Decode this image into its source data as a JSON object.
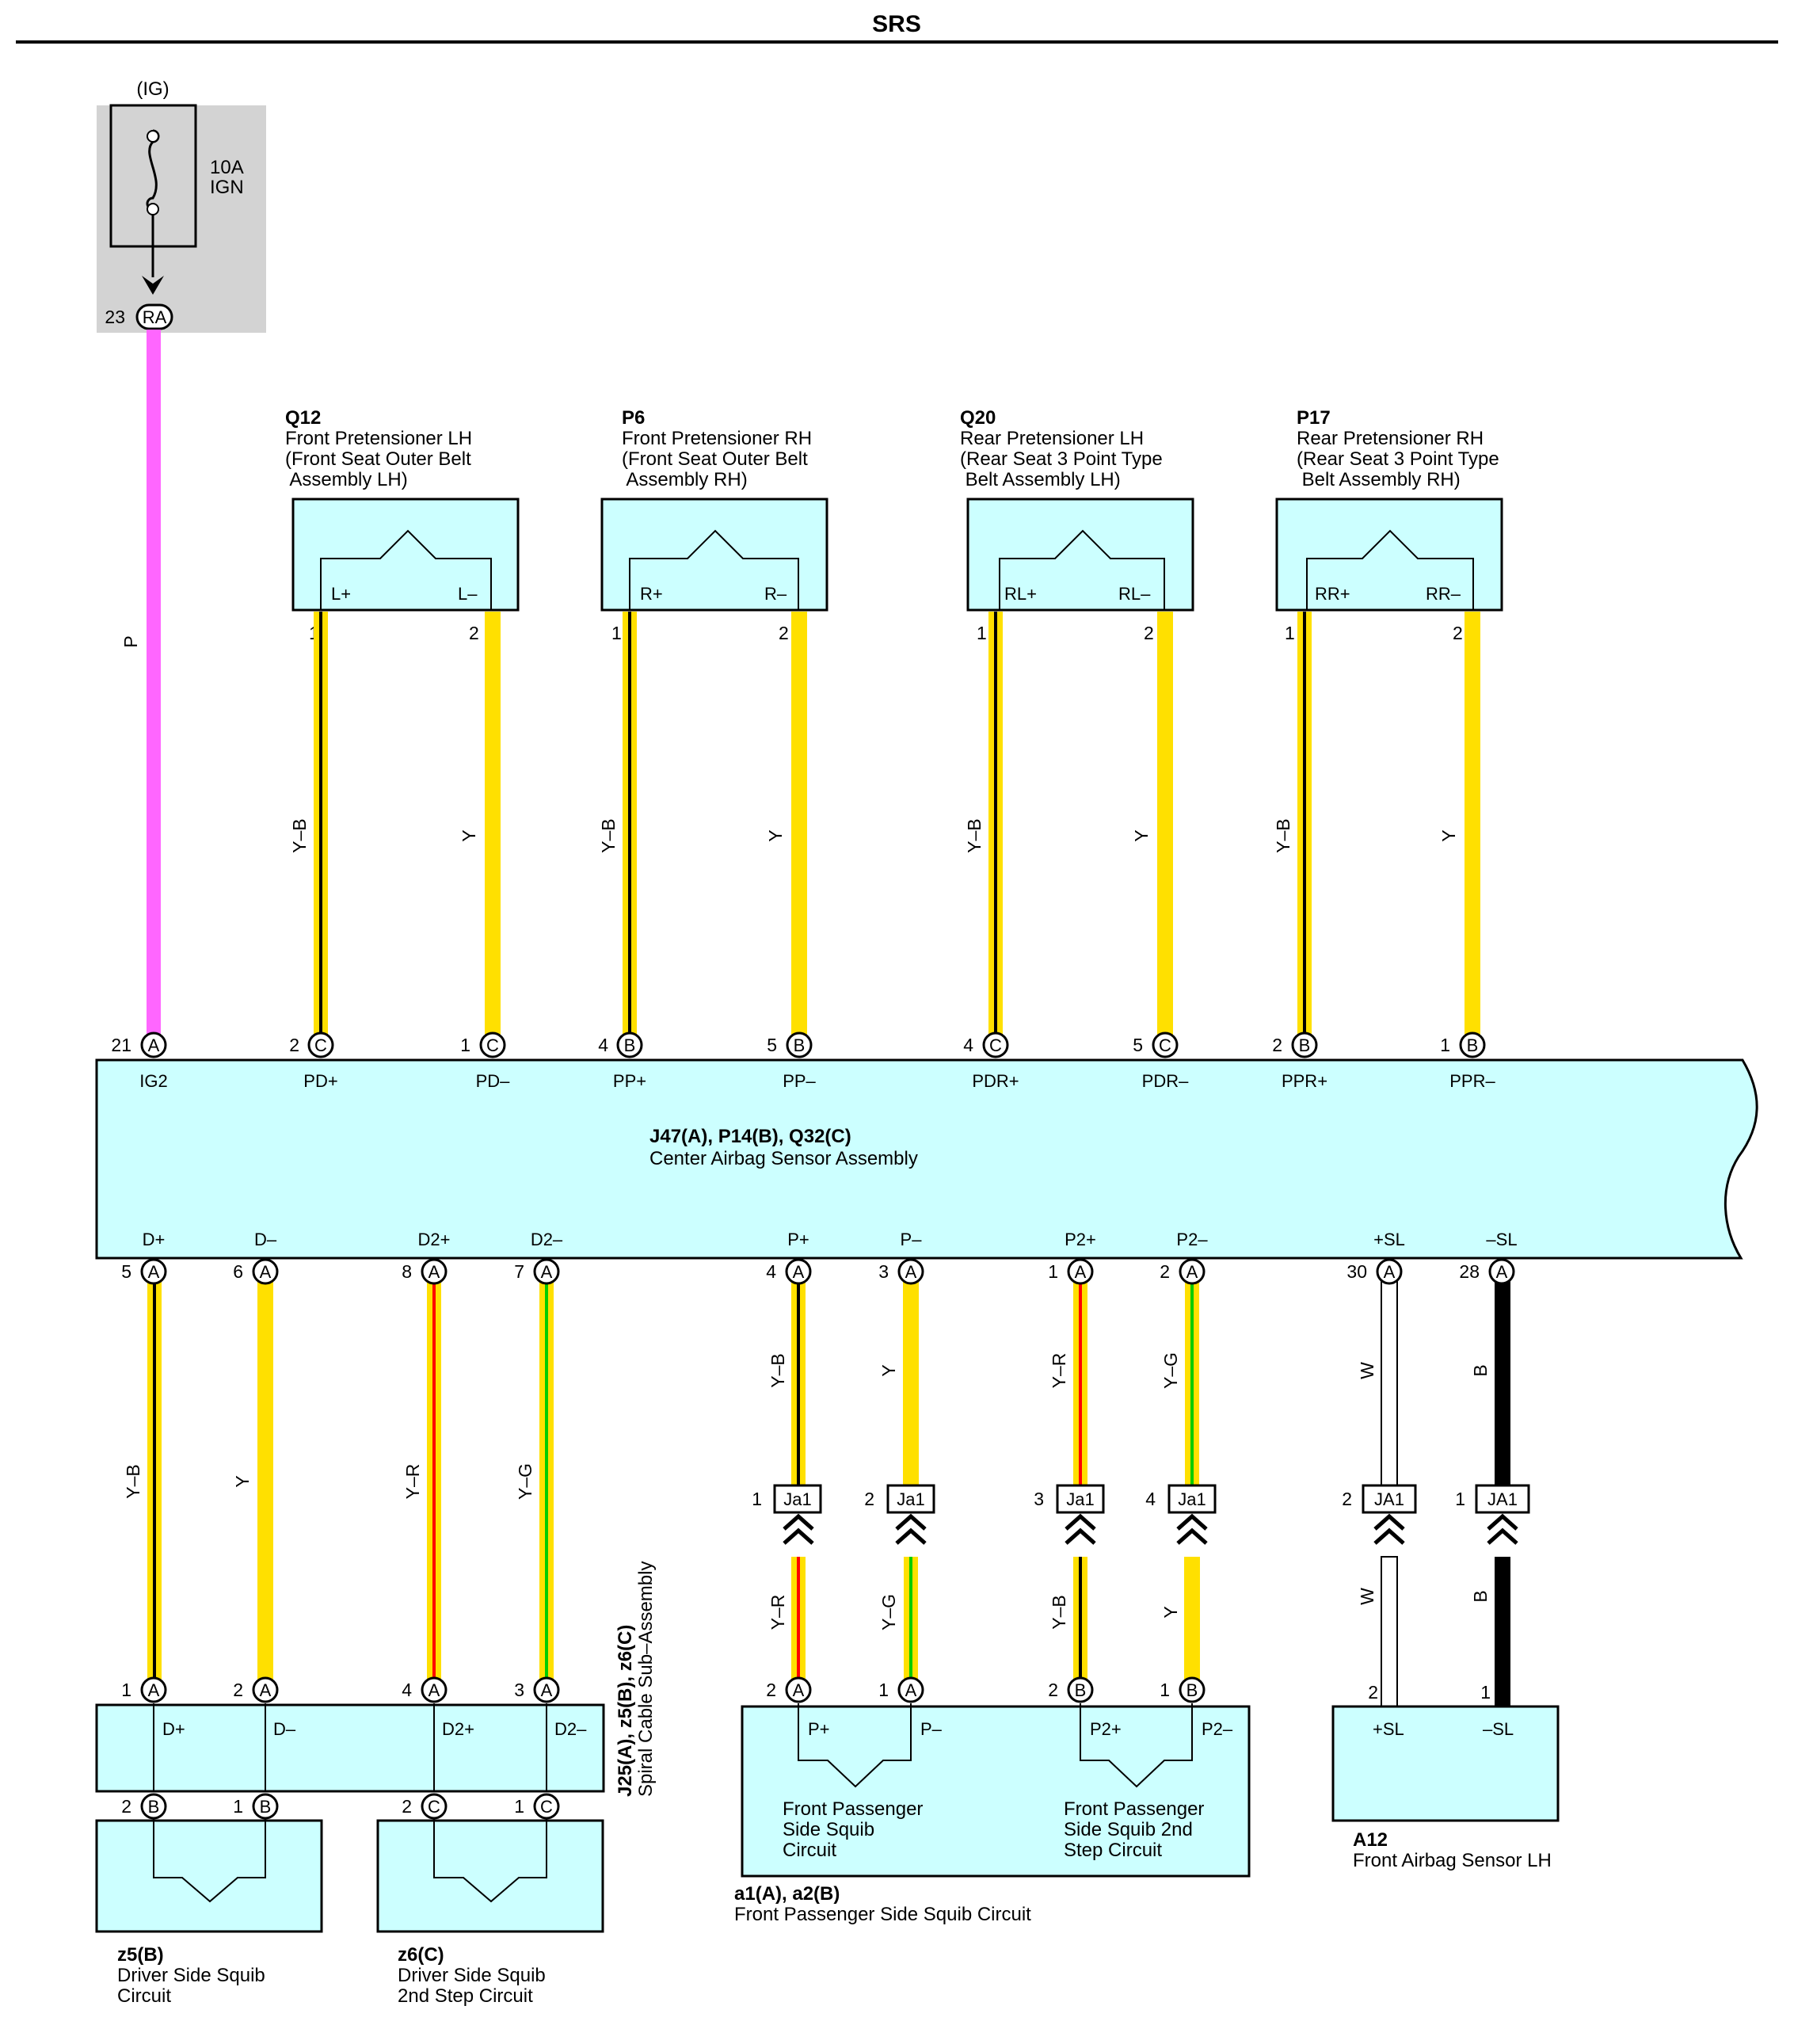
{
  "title": "SRS",
  "colors": {
    "background": "#ffffff",
    "box_fill": "#ccffff",
    "fuse_box_fill": "#d3d3d3",
    "wire_pink": "#ff66ff",
    "wire_yellow": "#ffe000",
    "wire_black": "#000000",
    "wire_red": "#ff0000",
    "wire_green": "#00cc00",
    "wire_white": "#ffffff"
  },
  "fuse": {
    "source": "(IG)",
    "rating": "10A",
    "name": "IGN",
    "connector_pin": "23",
    "connector_id": "RA",
    "wire_color": "P"
  },
  "ecu": {
    "code": "J47(A), P14(B), Q32(C)",
    "name": "Center Airbag Sensor Assembly",
    "top_terminals": [
      {
        "pin": "21",
        "conn": "A",
        "label": "IG2"
      },
      {
        "pin": "2",
        "conn": "C",
        "label": "PD+"
      },
      {
        "pin": "1",
        "conn": "C",
        "label": "PD–"
      },
      {
        "pin": "4",
        "conn": "B",
        "label": "PP+"
      },
      {
        "pin": "5",
        "conn": "B",
        "label": "PP–"
      },
      {
        "pin": "4",
        "conn": "C",
        "label": "PDR+"
      },
      {
        "pin": "5",
        "conn": "C",
        "label": "PDR–"
      },
      {
        "pin": "2",
        "conn": "B",
        "label": "PPR+"
      },
      {
        "pin": "1",
        "conn": "B",
        "label": "PPR–"
      }
    ],
    "bottom_terminals": [
      {
        "pin": "5",
        "conn": "A",
        "label": "D+"
      },
      {
        "pin": "6",
        "conn": "A",
        "label": "D–"
      },
      {
        "pin": "8",
        "conn": "A",
        "label": "D2+"
      },
      {
        "pin": "7",
        "conn": "A",
        "label": "D2–"
      },
      {
        "pin": "4",
        "conn": "A",
        "label": "P+"
      },
      {
        "pin": "3",
        "conn": "A",
        "label": "P–"
      },
      {
        "pin": "1",
        "conn": "A",
        "label": "P2+"
      },
      {
        "pin": "2",
        "conn": "A",
        "label": "P2–"
      },
      {
        "pin": "30",
        "conn": "A",
        "label": "+SL"
      },
      {
        "pin": "28",
        "conn": "A",
        "label": "–SL"
      }
    ]
  },
  "pretensioners": [
    {
      "code": "Q12",
      "name_lines": [
        "Front Pretensioner LH",
        "(Front Seat Outer Belt",
        " Assembly LH)"
      ],
      "terms": [
        "L+",
        "L–"
      ],
      "pins": [
        "1",
        "2"
      ],
      "wires": [
        "Y–B",
        "Y"
      ]
    },
    {
      "code": "P6",
      "name_lines": [
        "Front Pretensioner RH",
        "(Front Seat Outer Belt",
        " Assembly RH)"
      ],
      "terms": [
        "R+",
        "R–"
      ],
      "pins": [
        "1",
        "2"
      ],
      "wires": [
        "Y–B",
        "Y"
      ]
    },
    {
      "code": "Q20",
      "name_lines": [
        "Rear Pretensioner LH",
        "(Rear Seat 3 Point Type",
        " Belt Assembly LH)"
      ],
      "terms": [
        "RL+",
        "RL–"
      ],
      "pins": [
        "1",
        "2"
      ],
      "wires": [
        "Y–B",
        "Y"
      ]
    },
    {
      "code": "P17",
      "name_lines": [
        "Rear Pretensioner RH",
        "(Rear Seat 3 Point Type",
        " Belt Assembly RH)"
      ],
      "terms": [
        "RR+",
        "RR–"
      ],
      "pins": [
        "1",
        "2"
      ],
      "wires": [
        "Y–B",
        "Y"
      ]
    }
  ],
  "spiral": {
    "code": "J25(A), z5(B), z6(C)",
    "name": "Spiral Cable Sub–Assembly",
    "top_pins": [
      {
        "pin": "1",
        "conn": "A",
        "label": "D+"
      },
      {
        "pin": "2",
        "conn": "A",
        "label": "D–"
      },
      {
        "pin": "4",
        "conn": "A",
        "label": "D2+"
      },
      {
        "pin": "3",
        "conn": "A",
        "label": "D2–"
      }
    ],
    "bottom_pins": [
      {
        "pin": "2",
        "conn": "B"
      },
      {
        "pin": "1",
        "conn": "B"
      },
      {
        "pin": "2",
        "conn": "C"
      },
      {
        "pin": "1",
        "conn": "C"
      }
    ],
    "wires": [
      "Y–B",
      "Y",
      "Y–R",
      "Y–G"
    ]
  },
  "driver_squibs": [
    {
      "code": "z5(B)",
      "name_lines": [
        "Driver Side Squib",
        "Circuit"
      ]
    },
    {
      "code": "z6(C)",
      "name_lines": [
        "Driver Side Squib",
        "2nd Step Circuit"
      ]
    }
  ],
  "passenger_squib": {
    "code": "a1(A), a2(B)",
    "name": "Front Passenger Side Squib Circuit",
    "wires_upper": [
      "Y–B",
      "Y",
      "Y–R",
      "Y–G"
    ],
    "junction_labels": [
      "Ja1",
      "Ja1",
      "Ja1",
      "Ja1"
    ],
    "junction_pins": [
      "1",
      "2",
      "3",
      "4"
    ],
    "wires_lower": [
      "Y–R",
      "Y–G",
      "Y–B",
      "Y"
    ],
    "pins": [
      {
        "pin": "2",
        "conn": "A",
        "label": "P+"
      },
      {
        "pin": "1",
        "conn": "A",
        "label": "P–"
      },
      {
        "pin": "2",
        "conn": "B",
        "label": "P2+"
      },
      {
        "pin": "1",
        "conn": "B",
        "label": "P2–"
      }
    ],
    "circuit1_lines": [
      "Front Passenger",
      "Side Squib",
      "Circuit"
    ],
    "circuit2_lines": [
      "Front Passenger",
      "Side Squib 2nd",
      "Step Circuit"
    ]
  },
  "airbag_sensor": {
    "code": "A12",
    "name": "Front Airbag Sensor LH",
    "wires_upper": [
      "W",
      "B"
    ],
    "junction_labels": [
      "JA1",
      "JA1"
    ],
    "junction_pins": [
      "2",
      "1"
    ],
    "wires_lower": [
      "W",
      "B"
    ],
    "pins": [
      "2",
      "1"
    ],
    "terms": [
      "+SL",
      "–SL"
    ]
  }
}
